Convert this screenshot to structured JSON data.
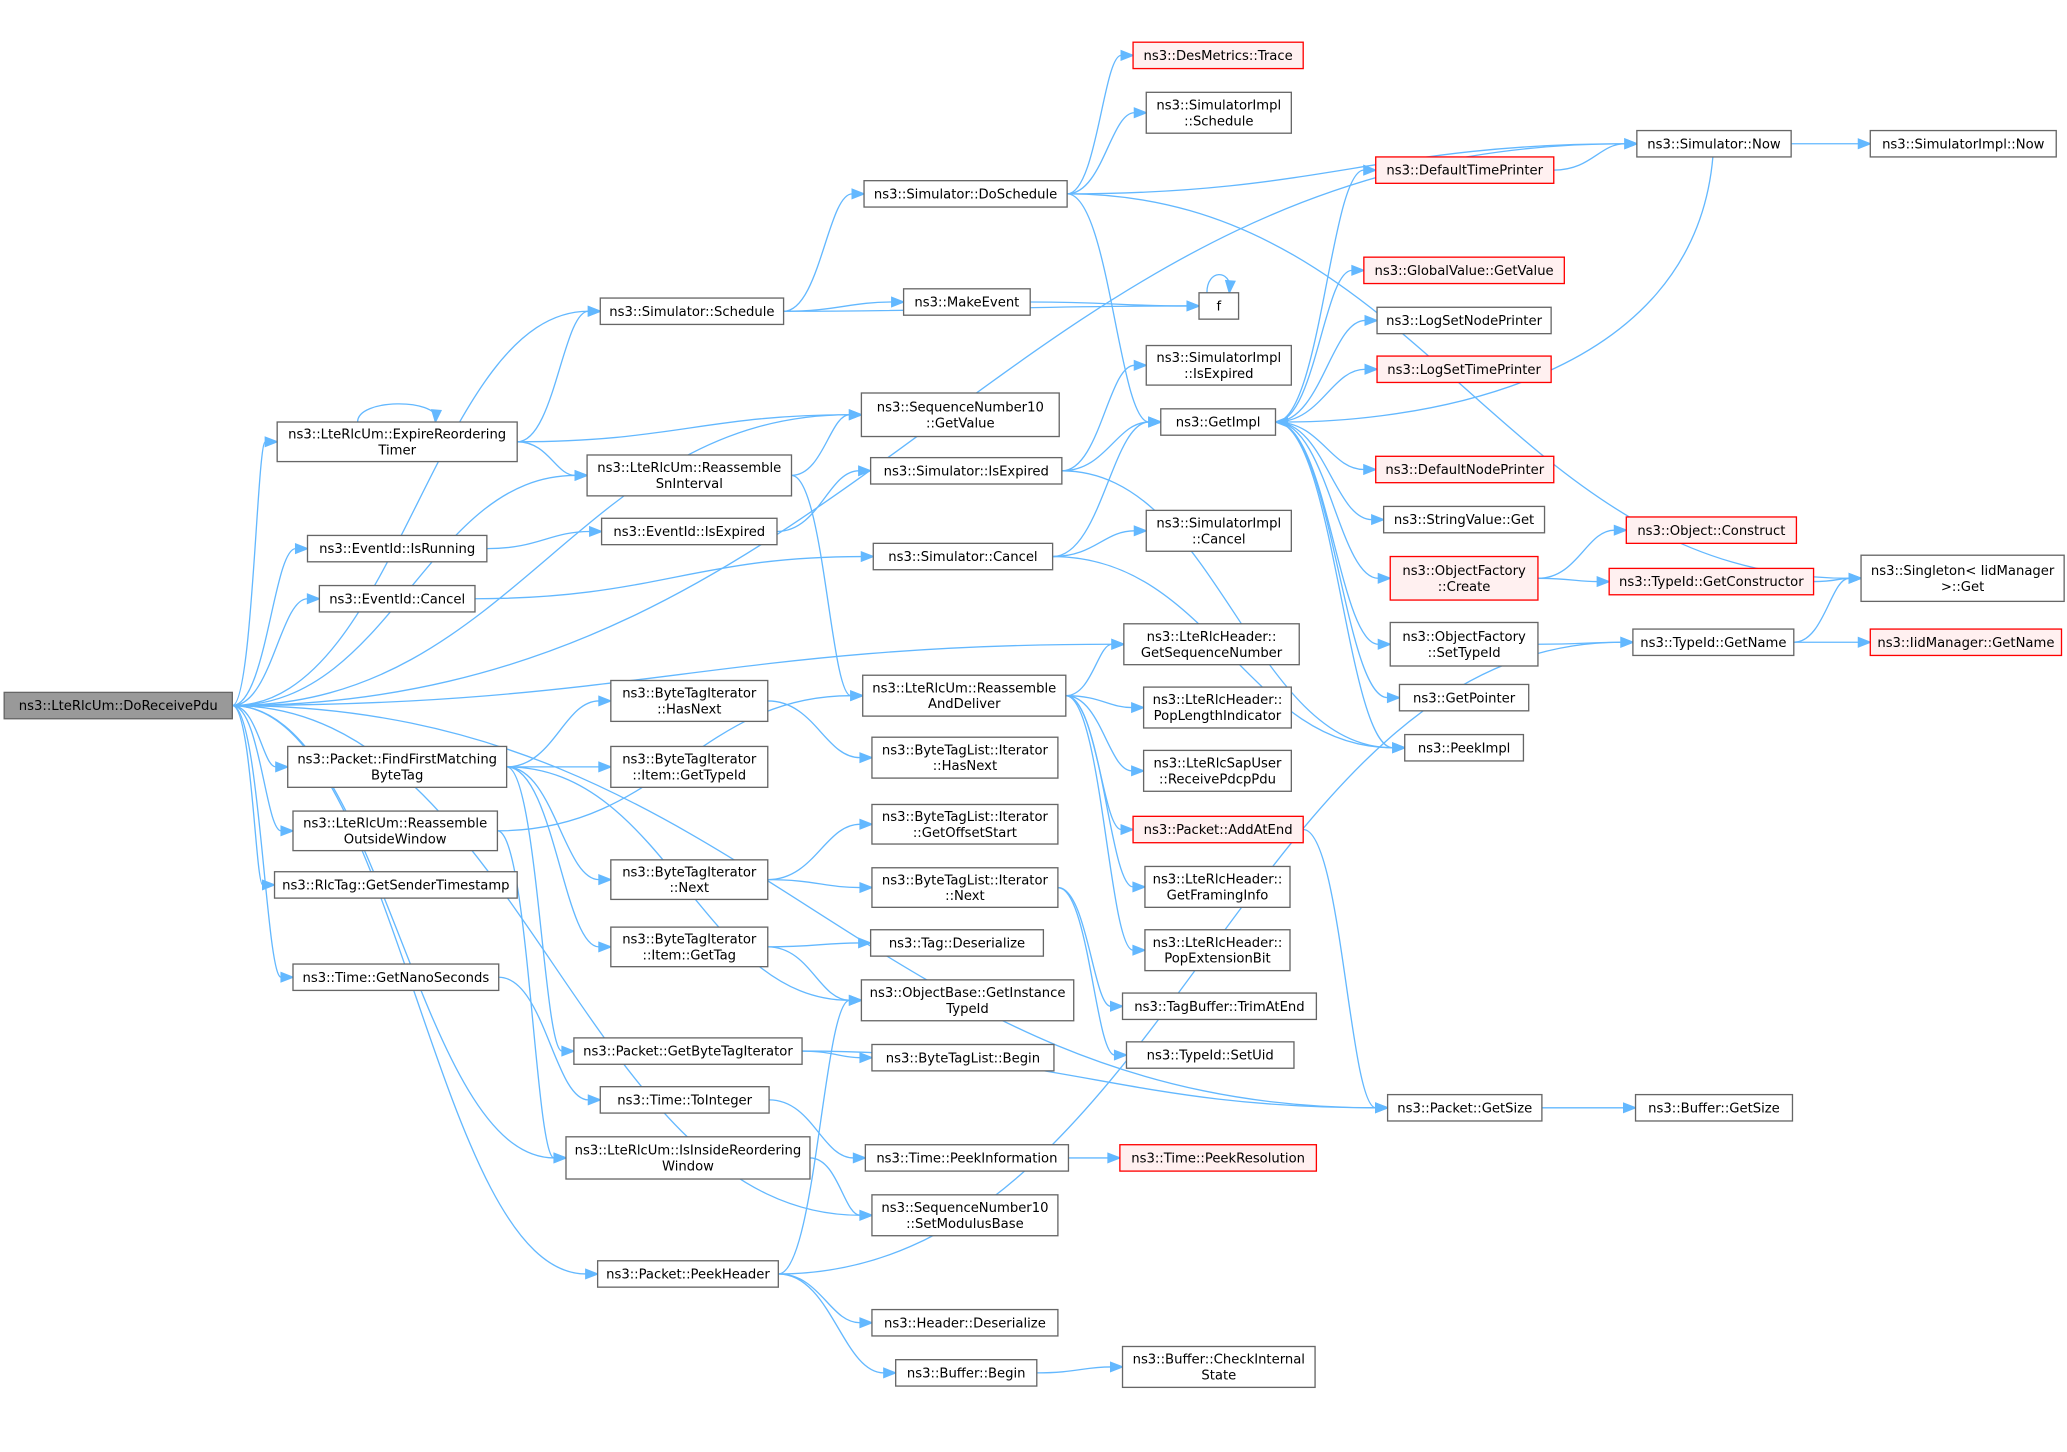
{
  "colors": {
    "edge": "#63b8ff",
    "node_border": "#666666",
    "node_fill": "#ffffff",
    "root_fill": "#999999",
    "truncated_border": "#ff0000",
    "truncated_fill": "#fff0f0",
    "text": "#000000"
  },
  "nodes": [
    {
      "id": "root",
      "lines": [
        "ns3::LteRlcUm::DoReceivePdu"
      ],
      "style": "root"
    },
    {
      "id": "n1",
      "lines": [
        "ns3::LteRlcUm::ExpireReordering",
        "Timer"
      ]
    },
    {
      "id": "n2",
      "lines": [
        "ns3::Simulator::Schedule"
      ]
    },
    {
      "id": "n3",
      "lines": [
        "ns3::Simulator::DoSchedule"
      ]
    },
    {
      "id": "n4",
      "lines": [
        "ns3::DesMetrics::Trace"
      ],
      "style": "truncated"
    },
    {
      "id": "n5",
      "lines": [
        "ns3::SimulatorImpl",
        "::Schedule"
      ]
    },
    {
      "id": "n6",
      "lines": [
        "ns3::Simulator::Now"
      ]
    },
    {
      "id": "n7",
      "lines": [
        "ns3::SimulatorImpl::Now"
      ]
    },
    {
      "id": "n8",
      "lines": [
        "ns3::DefaultTimePrinter"
      ],
      "style": "truncated"
    },
    {
      "id": "n9",
      "lines": [
        "ns3::Singleton< IidManager",
        " >::Get"
      ]
    },
    {
      "id": "n10",
      "lines": [
        "ns3::GetImpl"
      ]
    },
    {
      "id": "n11",
      "lines": [
        "ns3::GlobalValue::GetValue"
      ],
      "style": "truncated"
    },
    {
      "id": "n12",
      "lines": [
        "ns3::LogSetNodePrinter"
      ]
    },
    {
      "id": "n13",
      "lines": [
        "ns3::LogSetTimePrinter"
      ],
      "style": "truncated"
    },
    {
      "id": "n14",
      "lines": [
        "ns3::DefaultNodePrinter"
      ],
      "style": "truncated"
    },
    {
      "id": "n15",
      "lines": [
        "ns3::StringValue::Get"
      ]
    },
    {
      "id": "n16",
      "lines": [
        "ns3::ObjectFactory",
        "::Create"
      ],
      "style": "truncated"
    },
    {
      "id": "n17",
      "lines": [
        "ns3::Object::Construct"
      ],
      "style": "truncated"
    },
    {
      "id": "n18",
      "lines": [
        "ns3::TypeId::GetConstructor"
      ],
      "style": "truncated"
    },
    {
      "id": "n19",
      "lines": [
        "ns3::ObjectFactory",
        "::SetTypeId"
      ]
    },
    {
      "id": "n20",
      "lines": [
        "ns3::TypeId::GetName"
      ]
    },
    {
      "id": "n21",
      "lines": [
        "ns3::IidManager::GetName"
      ],
      "style": "truncated"
    },
    {
      "id": "n22",
      "lines": [
        "ns3::GetPointer"
      ]
    },
    {
      "id": "n23",
      "lines": [
        "ns3::PeekImpl"
      ]
    },
    {
      "id": "n24",
      "lines": [
        "ns3::MakeEvent"
      ]
    },
    {
      "id": "n25",
      "lines": [
        "f"
      ]
    },
    {
      "id": "n26",
      "lines": [
        "ns3::SequenceNumber10",
        "::GetValue"
      ]
    },
    {
      "id": "n27",
      "lines": [
        "ns3::LteRlcUm::Reassemble",
        "SnInterval"
      ]
    },
    {
      "id": "n28",
      "lines": [
        "ns3::Simulator::IsExpired"
      ]
    },
    {
      "id": "n29",
      "lines": [
        "ns3::SimulatorImpl",
        "::IsExpired"
      ]
    },
    {
      "id": "n30",
      "lines": [
        "ns3::EventId::IsRunning"
      ]
    },
    {
      "id": "n31",
      "lines": [
        "ns3::EventId::IsExpired"
      ]
    },
    {
      "id": "n32",
      "lines": [
        "ns3::EventId::Cancel"
      ]
    },
    {
      "id": "n33",
      "lines": [
        "ns3::Simulator::Cancel"
      ]
    },
    {
      "id": "n34",
      "lines": [
        "ns3::SimulatorImpl",
        "::Cancel"
      ]
    },
    {
      "id": "n35",
      "lines": [
        "ns3::LteRlcHeader::",
        "GetSequenceNumber"
      ]
    },
    {
      "id": "n36",
      "lines": [
        "ns3::LteRlcUm::Reassemble",
        "AndDeliver"
      ]
    },
    {
      "id": "n37",
      "lines": [
        "ns3::LteRlcHeader::",
        "PopLengthIndicator"
      ]
    },
    {
      "id": "n38",
      "lines": [
        "ns3::LteRlcSapUser",
        "::ReceivePdcpPdu"
      ]
    },
    {
      "id": "n39",
      "lines": [
        "ns3::Packet::AddAtEnd"
      ],
      "style": "truncated"
    },
    {
      "id": "n40",
      "lines": [
        "ns3::LteRlcHeader::",
        "GetFramingInfo"
      ]
    },
    {
      "id": "n41",
      "lines": [
        "ns3::LteRlcHeader::",
        "PopExtensionBit"
      ]
    },
    {
      "id": "n42",
      "lines": [
        "ns3::Packet::FindFirstMatching",
        "ByteTag"
      ]
    },
    {
      "id": "n43",
      "lines": [
        "ns3::ByteTagIterator",
        "::HasNext"
      ]
    },
    {
      "id": "n44",
      "lines": [
        "ns3::ByteTagList::Iterator",
        "::HasNext"
      ]
    },
    {
      "id": "n45",
      "lines": [
        "ns3::ByteTagIterator",
        "::Item::GetTypeId"
      ]
    },
    {
      "id": "n46",
      "lines": [
        "ns3::LteRlcUm::Reassemble",
        "OutsideWindow"
      ]
    },
    {
      "id": "n47",
      "lines": [
        "ns3::ByteTagIterator",
        "::Next"
      ]
    },
    {
      "id": "n48",
      "lines": [
        "ns3::ByteTagList::Iterator",
        "::GetOffsetStart"
      ]
    },
    {
      "id": "n49",
      "lines": [
        "ns3::ByteTagList::Iterator",
        "::Next"
      ]
    },
    {
      "id": "n50",
      "lines": [
        "ns3::RlcTag::GetSenderTimestamp"
      ]
    },
    {
      "id": "n51",
      "lines": [
        "ns3::ByteTagIterator",
        "::Item::GetTag"
      ]
    },
    {
      "id": "n52",
      "lines": [
        "ns3::Tag::Deserialize"
      ]
    },
    {
      "id": "n53",
      "lines": [
        "ns3::Time::GetNanoSeconds"
      ]
    },
    {
      "id": "n54",
      "lines": [
        "ns3::ObjectBase::GetInstance",
        "TypeId"
      ]
    },
    {
      "id": "n55",
      "lines": [
        "ns3::TagBuffer::TrimAtEnd"
      ]
    },
    {
      "id": "n56",
      "lines": [
        "ns3::Packet::GetByteTagIterator"
      ]
    },
    {
      "id": "n57",
      "lines": [
        "ns3::ByteTagList::Begin"
      ]
    },
    {
      "id": "n58",
      "lines": [
        "ns3::TypeId::SetUid"
      ]
    },
    {
      "id": "n59",
      "lines": [
        "ns3::Time::ToInteger"
      ]
    },
    {
      "id": "n60",
      "lines": [
        "ns3::Packet::GetSize"
      ]
    },
    {
      "id": "n61",
      "lines": [
        "ns3::Buffer::GetSize"
      ]
    },
    {
      "id": "n62",
      "lines": [
        "ns3::LteRlcUm::IsInsideReordering",
        "Window"
      ]
    },
    {
      "id": "n63",
      "lines": [
        "ns3::Time::PeekInformation"
      ]
    },
    {
      "id": "n64",
      "lines": [
        "ns3::Time::PeekResolution"
      ],
      "style": "truncated"
    },
    {
      "id": "n65",
      "lines": [
        "ns3::SequenceNumber10",
        "::SetModulusBase"
      ]
    },
    {
      "id": "n66",
      "lines": [
        "ns3::Packet::PeekHeader"
      ]
    },
    {
      "id": "n67",
      "lines": [
        "ns3::Header::Deserialize"
      ]
    },
    {
      "id": "n68",
      "lines": [
        "ns3::Buffer::Begin"
      ]
    },
    {
      "id": "n69",
      "lines": [
        "ns3::Buffer::CheckInternal",
        "State"
      ]
    }
  ],
  "edges": [
    [
      "root",
      "n6"
    ],
    [
      "root",
      "n2"
    ],
    [
      "root",
      "n26"
    ],
    [
      "root",
      "n1"
    ],
    [
      "root",
      "n27"
    ],
    [
      "root",
      "n30"
    ],
    [
      "root",
      "n32"
    ],
    [
      "root",
      "n35"
    ],
    [
      "root",
      "n42"
    ],
    [
      "root",
      "n46"
    ],
    [
      "root",
      "n50"
    ],
    [
      "root",
      "n53"
    ],
    [
      "root",
      "n62"
    ],
    [
      "root",
      "n65"
    ],
    [
      "root",
      "n66"
    ],
    [
      "root",
      "n60"
    ],
    [
      "n1",
      "n1"
    ],
    [
      "n1",
      "n2"
    ],
    [
      "n1",
      "n26"
    ],
    [
      "n1",
      "n27"
    ],
    [
      "n2",
      "n3"
    ],
    [
      "n2",
      "n24"
    ],
    [
      "n2",
      "n25"
    ],
    [
      "n3",
      "n4"
    ],
    [
      "n3",
      "n5"
    ],
    [
      "n3",
      "n6"
    ],
    [
      "n3",
      "n9"
    ],
    [
      "n3",
      "n10"
    ],
    [
      "n6",
      "n7"
    ],
    [
      "n6",
      "n10"
    ],
    [
      "n8",
      "n6"
    ],
    [
      "n10",
      "n8"
    ],
    [
      "n10",
      "n11"
    ],
    [
      "n10",
      "n12"
    ],
    [
      "n10",
      "n13"
    ],
    [
      "n10",
      "n14"
    ],
    [
      "n10",
      "n15"
    ],
    [
      "n10",
      "n16"
    ],
    [
      "n10",
      "n19"
    ],
    [
      "n10",
      "n22"
    ],
    [
      "n10",
      "n23"
    ],
    [
      "n16",
      "n17"
    ],
    [
      "n16",
      "n18"
    ],
    [
      "n18",
      "n9"
    ],
    [
      "n19",
      "n20"
    ],
    [
      "n20",
      "n9"
    ],
    [
      "n20",
      "n21"
    ],
    [
      "n24",
      "n25"
    ],
    [
      "n25",
      "n25"
    ],
    [
      "n27",
      "n26"
    ],
    [
      "n27",
      "n36"
    ],
    [
      "n28",
      "n29"
    ],
    [
      "n28",
      "n10"
    ],
    [
      "n28",
      "n23"
    ],
    [
      "n30",
      "n31"
    ],
    [
      "n31",
      "n28"
    ],
    [
      "n32",
      "n33"
    ],
    [
      "n33",
      "n34"
    ],
    [
      "n33",
      "n10"
    ],
    [
      "n33",
      "n23"
    ],
    [
      "n36",
      "n35"
    ],
    [
      "n36",
      "n37"
    ],
    [
      "n36",
      "n38"
    ],
    [
      "n36",
      "n39"
    ],
    [
      "n36",
      "n40"
    ],
    [
      "n36",
      "n41"
    ],
    [
      "n39",
      "n60"
    ],
    [
      "n42",
      "n43"
    ],
    [
      "n42",
      "n45"
    ],
    [
      "n42",
      "n47"
    ],
    [
      "n42",
      "n51"
    ],
    [
      "n42",
      "n56"
    ],
    [
      "n42",
      "n54"
    ],
    [
      "n43",
      "n44"
    ],
    [
      "n46",
      "n36"
    ],
    [
      "n46",
      "n62"
    ],
    [
      "n47",
      "n48"
    ],
    [
      "n47",
      "n49"
    ],
    [
      "n49",
      "n55"
    ],
    [
      "n49",
      "n58"
    ],
    [
      "n51",
      "n52"
    ],
    [
      "n51",
      "n54"
    ],
    [
      "n53",
      "n59"
    ],
    [
      "n56",
      "n57"
    ],
    [
      "n56",
      "n60"
    ],
    [
      "n59",
      "n63"
    ],
    [
      "n60",
      "n61"
    ],
    [
      "n62",
      "n65"
    ],
    [
      "n63",
      "n64"
    ],
    [
      "n66",
      "n54"
    ],
    [
      "n66",
      "n20"
    ],
    [
      "n66",
      "n67"
    ],
    [
      "n66",
      "n68"
    ],
    [
      "n68",
      "n69"
    ]
  ]
}
